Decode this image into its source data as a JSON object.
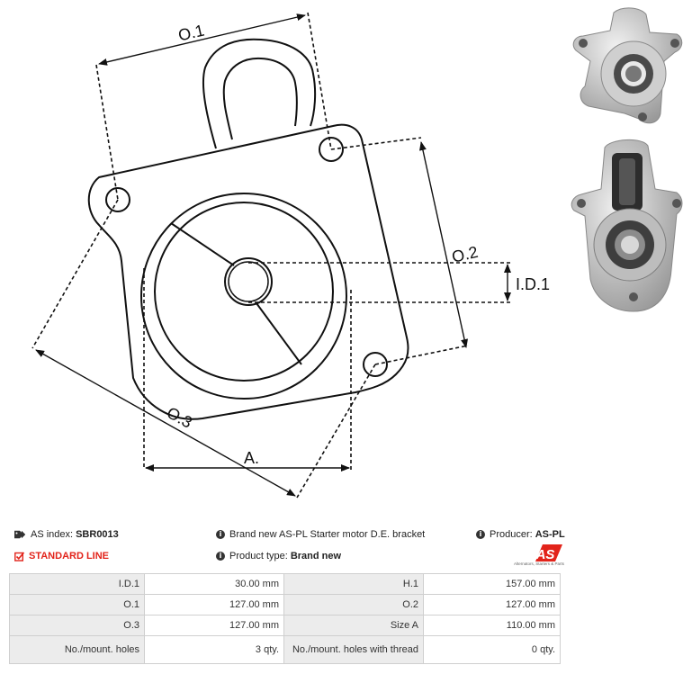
{
  "diagram": {
    "labels": {
      "o1": "O.1",
      "o2": "O.2",
      "o3": "O.3",
      "id1": "I.D.1",
      "a": "A."
    }
  },
  "info": {
    "as_index_label": "AS index:",
    "as_index_value": "SBR0013",
    "description": "Brand new AS-PL Starter motor D.E. bracket",
    "producer_label": "Producer:",
    "producer_value": "AS-PL",
    "line_label": "STANDARD LINE",
    "product_type_label": "Product type:",
    "product_type_value": "Brand new",
    "logo_text": "AS",
    "logo_subtext": "Alternators, Starters & Parts",
    "colors": {
      "accent": "#e2231a",
      "label_bg": "#ececec",
      "border": "#cfcfcf"
    },
    "icons": [
      "tag-icon",
      "info-icon",
      "check-square-icon"
    ]
  },
  "specs": {
    "rows": [
      [
        {
          "label": "I.D.1",
          "value": "30.00 mm"
        },
        {
          "label": "H.1",
          "value": "157.00 mm"
        }
      ],
      [
        {
          "label": "O.1",
          "value": "127.00 mm"
        },
        {
          "label": "O.2",
          "value": "127.00 mm"
        }
      ],
      [
        {
          "label": "O.3",
          "value": "127.00 mm"
        },
        {
          "label": "Size A",
          "value": "110.00 mm"
        }
      ],
      [
        {
          "label": "No./mount. holes",
          "value": "3 qty."
        },
        {
          "label": "No./mount. holes with thread",
          "value": "0 qty."
        }
      ]
    ]
  }
}
